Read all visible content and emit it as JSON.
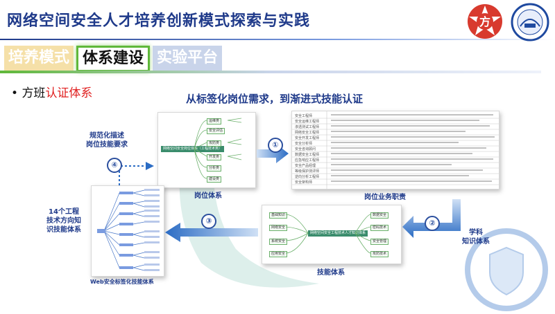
{
  "header": {
    "title": "网络空间安全人才培养创新模式探索与实践"
  },
  "tabs": [
    {
      "label": "培养模式"
    },
    {
      "label": "体系建设"
    },
    {
      "label": "实验平台"
    }
  ],
  "bullet": {
    "prefix": "方班",
    "highlight": "认证体系"
  },
  "diagram": {
    "subtitle": "从标签化岗位需求，到渐进式技能认证",
    "panel_post": {
      "caption": "岗位体系",
      "center_node": "网络空间安全岗位体系（工程技术类）",
      "nodes": [
        "运维类",
        "安全评估",
        "攻防类",
        "开发类",
        "分析类",
        "建设类"
      ]
    },
    "panel_duty": {
      "caption": "岗位业务职责",
      "rows": [
        "安全工程师",
        "安全运维工程师",
        "渗透测试工程师",
        "网络安全工程师",
        "安全开发工程师",
        "安全分析师",
        "安全咨询顾问",
        "数据安全工程师",
        "应急响应工程师",
        "安全产品经理",
        "等级保护测评师",
        "逆向分析工程师",
        "安全架构师"
      ]
    },
    "panel_skill": {
      "caption": "技能体系",
      "center_node": "网络空间安全工程技术人才知识体系",
      "nodes": [
        "基础知识",
        "网络安全",
        "系统安全",
        "应用安全",
        "数据安全",
        "密码技术",
        "安全管理",
        "攻防技术"
      ]
    },
    "panel_web": {
      "caption": "Web安全标签化技能体系"
    },
    "labels": {
      "step1": "①",
      "step2": "②",
      "step3": "③",
      "step4": "④",
      "note_left_top_1": "规范化描述",
      "note_left_top_2": "岗位技能要求",
      "note_right_1": "学科",
      "note_right_2": "知识体系",
      "note_left_bottom_1": "14个工程",
      "note_left_bottom_2": "技术方向知",
      "note_left_bottom_3": "识技能体系"
    }
  },
  "colors": {
    "title": "#1f3a8a",
    "accent_green": "#5fb83a",
    "arrow_blue": "#2b6cc4",
    "highlight_red": "#e02020"
  },
  "icons": [
    "university-seal-icon",
    "security-association-emblem-icon"
  ]
}
